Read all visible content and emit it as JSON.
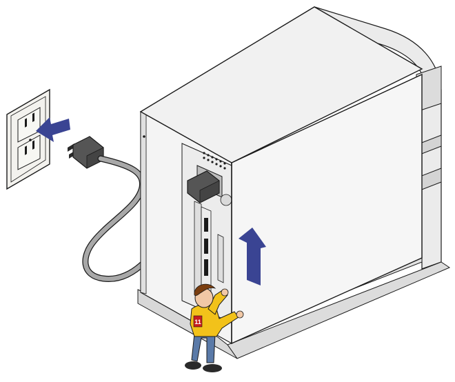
{
  "illustration": {
    "subject": "unplug-computer-power-and-lift-side-cover",
    "character": {
      "shirt_number": "11",
      "shirt_color": "#f2c21a",
      "pants_color": "#5a7aa8",
      "hair_color": "#7a3e10"
    },
    "colors": {
      "case_face": "#f4f4f4",
      "case_shadow": "#e4e4e4",
      "outline": "#1a1a1a",
      "cable": "#a8a8a8",
      "plug": "#555555",
      "arrow": "#3a4493",
      "outlet": "#f3f2ee"
    },
    "arrows": [
      {
        "meaning": "pull-plug-from-wall",
        "icon": "arrow-left"
      },
      {
        "meaning": "lift-side-panel-up",
        "icon": "arrow-up"
      }
    ]
  }
}
